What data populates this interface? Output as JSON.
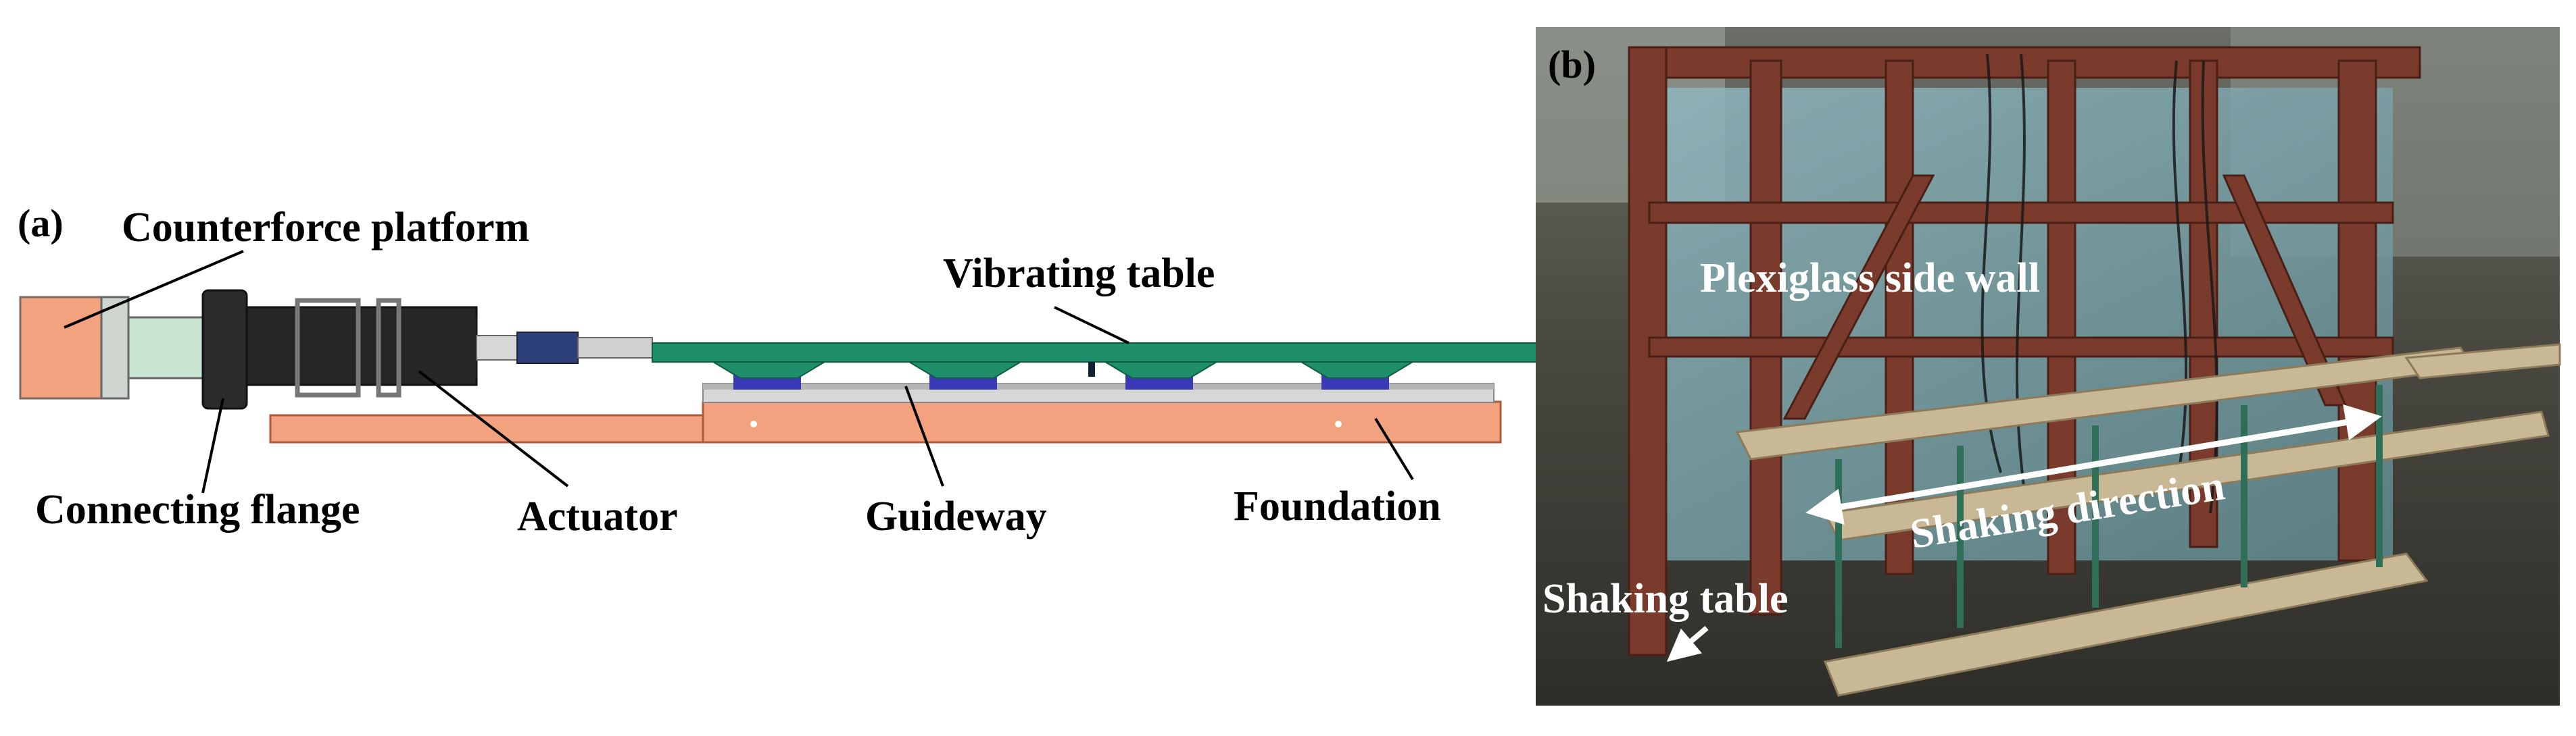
{
  "panel_a": {
    "tag": "(a)",
    "labels": {
      "counterforce_platform": "Counterforce platform",
      "vibrating_table": "Vibrating table",
      "connecting_flange": "Connecting flange",
      "actuator": "Actuator",
      "guideway": "Guideway",
      "foundation": "Foundation"
    }
  },
  "panel_b": {
    "tag": "(b)",
    "labels": {
      "side_wall": "Plexiglass side wall",
      "shaking_direction": "Shaking direction",
      "shaking_table": "Shaking table"
    }
  },
  "colors": {
    "salmon": "#f2a27f",
    "green": "#1e8f6a",
    "dark": "#262626",
    "blue": "#3a3ab8",
    "photo_bg": "#3b3a34",
    "frame_red": "#7a3a2c",
    "plank": "#c9b895"
  }
}
